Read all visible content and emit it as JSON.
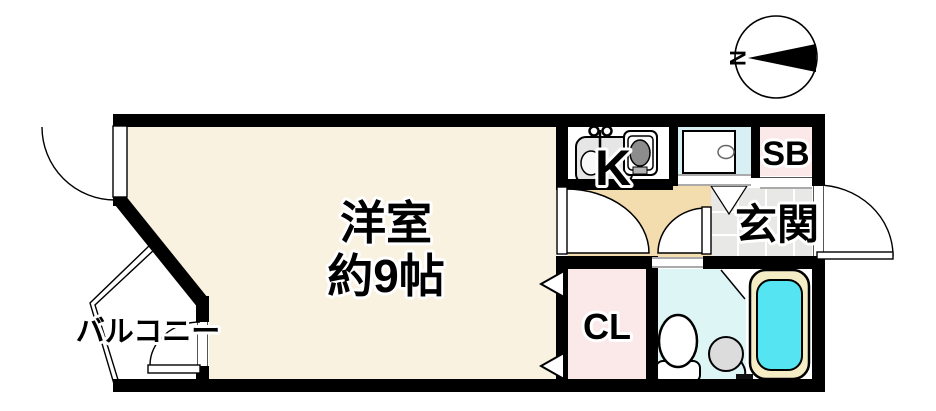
{
  "compass": {
    "north_label": "N"
  },
  "labels": {
    "main_room_line1": "洋室",
    "main_room_line2": "約9帖",
    "balcony": "バルコニー",
    "kitchen": "K",
    "entrance": "玄関",
    "closet": "CL",
    "shoe_box": "SB"
  },
  "colors": {
    "wall": "#000000",
    "main_room": "#f9f2e1",
    "hallway": "#f3ddae",
    "closet": "#fbe9e9",
    "shoe_box": "#fbe9e9",
    "laundry": "#d8f0f4",
    "bathroom": "#def5f6",
    "bathtub": "#54e4f2",
    "bathtub_rim": "#f3ecc5",
    "entrance_tile": "#e8e8e6"
  }
}
